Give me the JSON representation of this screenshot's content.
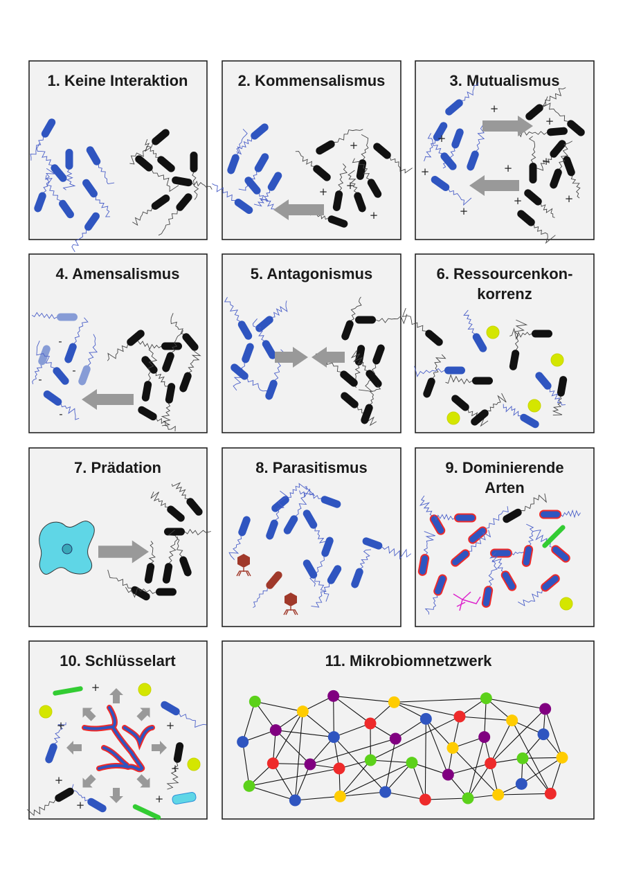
{
  "panels": [
    {
      "title": "1. Keine Interaktion"
    },
    {
      "title": "2. Kommensalismus"
    },
    {
      "title": "3. Mutualismus"
    },
    {
      "title": "4. Amensalismus"
    },
    {
      "title": "5. Antagonismus"
    },
    {
      "title_line1": "6. Ressourcenkon-",
      "title_line2": "korrenz"
    },
    {
      "title": "7. Prädation"
    },
    {
      "title": "8. Parasitismus"
    },
    {
      "title_line1": "9. Dominierende",
      "title_line2": "Arten"
    },
    {
      "title": "10. Schlüsselart"
    },
    {
      "title": "11. Mikrobiomnetzwerk"
    }
  ],
  "signs": {
    "plus": "+",
    "minus": "-"
  },
  "colors": {
    "blue": "#2f55c0",
    "black": "#111111",
    "arrow": "#999999",
    "yellow_ball": "#d4e600",
    "green": "#33cc33",
    "parasite": "#a0392a",
    "dominant_outline": "#ee2a2a",
    "amoeba": "#5fd6e6",
    "node_green": "#5cd11a",
    "node_yellow": "#ffcc00",
    "node_purple": "#800080",
    "node_blue": "#2f55c0",
    "node_red": "#ee2a2a"
  }
}
